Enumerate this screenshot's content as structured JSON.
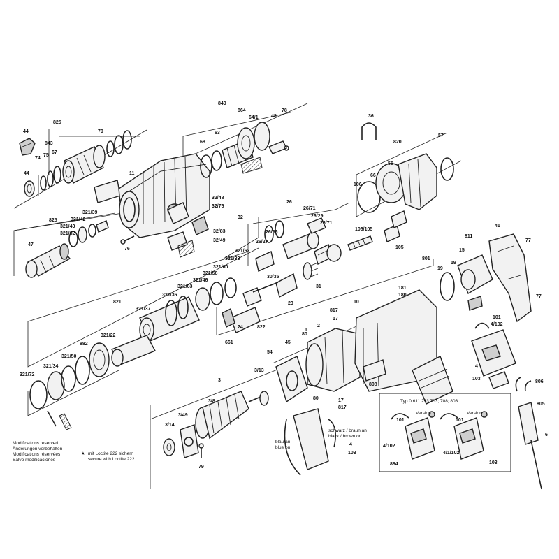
{
  "labels": {
    "l44a": "44",
    "l825a": "825",
    "l843": "843",
    "l74": "74",
    "l75": "75",
    "l67": "67",
    "l70": "70",
    "l44b": "44",
    "l11": "11",
    "l840": "840",
    "l864": "864",
    "l64_1": "64/1",
    "l48": "48",
    "l78": "78",
    "l68": "68",
    "l63": "63",
    "l36": "36",
    "l820": "820",
    "l57": "57",
    "l106a": "106",
    "l66": "66",
    "l55": "55",
    "l825b": "825",
    "l321_39": "321/39",
    "l321_42": "321/42",
    "l321_43": "321/43",
    "l321_62a": "321/62",
    "l47": "47",
    "l76a": "76",
    "l32_48a": "32/48",
    "l32_76": "32/76",
    "l32": "32",
    "l32_83": "32/83",
    "l32_49": "32/49",
    "l26": "26",
    "l26_71a": "26/71",
    "l26_56": "26/56",
    "l26_29": "26/29",
    "l26_27": "26/27",
    "l26_71b": "26/71",
    "l106_105": "106/105",
    "l105": "105",
    "l811": "811",
    "l41": "41",
    "l77a": "77",
    "l321_62b": "321/62",
    "l321_33": "321/33",
    "l321_60": "321/60",
    "l321_58": "321/58",
    "l321_46": "321/46",
    "l321_63": "321/63",
    "l321_36": "321/36",
    "l30_35": "30/35",
    "l31": "31",
    "l801": "801",
    "l15": "15",
    "l19a": "19",
    "l19b": "19",
    "l821": "821",
    "l321_37": "321/37",
    "l321_22": "321/22",
    "l23": "23",
    "l181": "181",
    "l180": "180",
    "l817a": "817",
    "l10": "10",
    "l17a": "17",
    "l822": "822",
    "l24": "24",
    "l661": "661",
    "l1": "1",
    "l2": "2",
    "l101": "101",
    "l4_102a": "4/102",
    "l77b": "77",
    "l882": "882",
    "l321_50": "321/50",
    "l321_34": "321/34",
    "l321_72": "321/72",
    "l45": "45",
    "l80a": "80",
    "l54": "54",
    "l3_13": "3/13",
    "l4": "4",
    "l103a": "103",
    "l806": "806",
    "l805": "805",
    "l6": "6",
    "l808": "808",
    "l3": "3",
    "l3_8": "3/8",
    "l3_49": "3/49",
    "l3_14": "3/14",
    "l79": "79",
    "l80b": "80",
    "l17b": "17",
    "l817b": "817",
    "l4b": "4",
    "l103b": "103",
    "l4_102b": "4/102",
    "l884": "884",
    "l4_1_102": "4/1/102",
    "l103c": "103",
    "l101b": "101",
    "l101c": "101"
  },
  "version_box": {
    "title": "Typ 0 611 253 703; 708; 803",
    "version_left": "Version",
    "version_right": "Version"
  },
  "wiring_notes": {
    "blue_left": "blau an",
    "blue_left_en": "blue on",
    "black_brown": "schwarz / braun an",
    "black_brown_en": "black / brown on"
  },
  "footer": {
    "line1": "Modifications reserved",
    "line2": "Änderungen vorbehalten",
    "line3": "Modifications réservées",
    "line4": "Salvo modificaciones",
    "loctite_de": "mit Loctite 222 sichern",
    "loctite_en": "secure with Loctite 222",
    "star": "★"
  }
}
